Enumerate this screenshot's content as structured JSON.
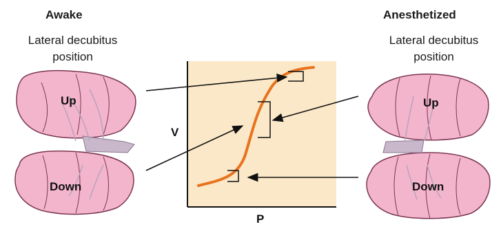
{
  "left": {
    "title": "Awake",
    "subtitle_line1": "Lateral decubitus",
    "subtitle_line2": "position",
    "upper_lung": "Up",
    "lower_lung": "Down"
  },
  "right": {
    "title": "Anesthetized",
    "subtitle_line1": "Lateral decubitus",
    "subtitle_line2": "position",
    "upper_lung": "Up",
    "lower_lung": "Down"
  },
  "graph": {
    "y_axis": "V",
    "x_axis": "P",
    "background": "#fbe8c8",
    "curve_color": "#e8731e"
  },
  "colors": {
    "lung_fill": "#f3b5cc",
    "lung_shade": "#e08aaa",
    "lung_outline": "#7a3550",
    "bronchi": "#c9b8cc"
  }
}
